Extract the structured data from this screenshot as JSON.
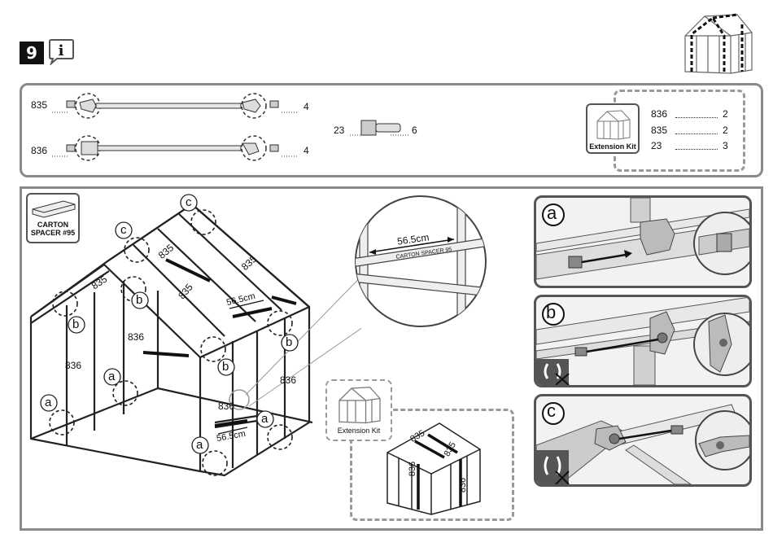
{
  "step": {
    "number": "9",
    "info_icon": "info-icon",
    "overview_icon": "greenhouse-overview-icon"
  },
  "parts": {
    "items": [
      {
        "part": "835",
        "qty": "4"
      },
      {
        "part": "836",
        "qty": "4"
      },
      {
        "part": "23",
        "qty": "6"
      }
    ]
  },
  "extension_kit": {
    "label": "Extension Kit",
    "items": [
      {
        "part": "836",
        "qty": "2"
      },
      {
        "part": "835",
        "qty": "2"
      },
      {
        "part": "23",
        "qty": "3"
      }
    ]
  },
  "main": {
    "carton_spacer_label": "CARTON SPACER #95",
    "zoom_measure": "56.5cm",
    "zoom_spacer_text": "CARTON SPACER 95",
    "frame_measure_roof": "56.5cm",
    "frame_measure_wall": "56.5cm",
    "bar_labels": {
      "roof_left": "835",
      "roof_mid": "835",
      "roof_right": "835",
      "ridge": "835",
      "wall_left": "836",
      "wall_mid": "836",
      "wall_right": "836",
      "wall_door": "836",
      "eave": "835"
    },
    "callouts": {
      "a": "a",
      "b": "b",
      "c": "c"
    },
    "ext_bar_labels": {
      "a": "835",
      "b": "835",
      "c": "836",
      "d": "836"
    }
  },
  "details": [
    {
      "letter": "a"
    },
    {
      "letter": "b"
    },
    {
      "letter": "c"
    }
  ]
}
